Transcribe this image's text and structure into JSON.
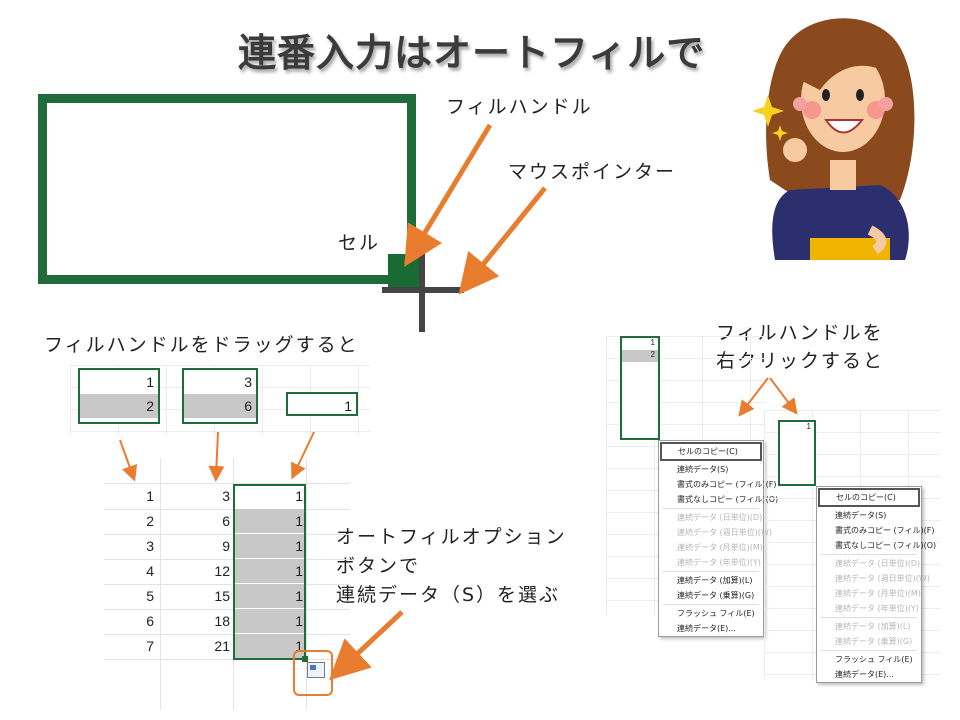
{
  "title": "連番入力はオートフィルで",
  "labels": {
    "fill_handle": "フィルハンドル",
    "mouse_pointer": "マウスポインター",
    "cell": "セル",
    "drag_fill": "フィルハンドルをドラッグすると",
    "right_click_line1": "フィルハンドルを",
    "right_click_line2": "右クリックすると",
    "option_line1": "オートフィルオプション",
    "option_line2": "ボタンで",
    "option_line3": "連続データ（S）を選ぶ"
  },
  "mini_before": [
    {
      "top": "1",
      "bottom": "2"
    },
    {
      "top": "3",
      "bottom": "6"
    },
    {
      "top": "",
      "bottom": "1"
    }
  ],
  "result_rows": [
    [
      "1",
      "3",
      "1"
    ],
    [
      "2",
      "6",
      "1"
    ],
    [
      "3",
      "9",
      "1"
    ],
    [
      "4",
      "12",
      "1"
    ],
    [
      "5",
      "15",
      "1"
    ],
    [
      "6",
      "18",
      "1"
    ],
    [
      "7",
      "21",
      "1"
    ]
  ],
  "left_small": {
    "v1": "1",
    "v2": "2"
  },
  "right_small": {
    "v1": "1"
  },
  "menu1": [
    {
      "label": "セルのコピー(C)",
      "state": "first"
    },
    {
      "label": "連続データ(S)",
      "state": ""
    },
    {
      "label": "書式のみコピー (フィル)(F)",
      "state": ""
    },
    {
      "label": "書式なしコピー (フィル)(O)",
      "state": ""
    },
    {
      "label": "連続データ (日単位)(D)",
      "state": "dis"
    },
    {
      "label": "連続データ (週日単位)(W)",
      "state": "dis"
    },
    {
      "label": "連続データ (月単位)(M)",
      "state": "dis"
    },
    {
      "label": "連続データ (年単位)(Y)",
      "state": "dis"
    },
    {
      "label": "連続データ (加算)(L)",
      "state": ""
    },
    {
      "label": "連続データ (乗算)(G)",
      "state": ""
    },
    {
      "label": "フラッシュ フィル(E)",
      "state": ""
    },
    {
      "label": "連続データ(E)...",
      "state": ""
    }
  ],
  "menu2": [
    {
      "label": "セルのコピー(C)",
      "state": "first"
    },
    {
      "label": "連続データ(S)",
      "state": ""
    },
    {
      "label": "書式のみコピー (フィル)(F)",
      "state": ""
    },
    {
      "label": "書式なしコピー (フィル)(O)",
      "state": ""
    },
    {
      "label": "連続データ (日単位)(D)",
      "state": "dis"
    },
    {
      "label": "連続データ (週日単位)(W)",
      "state": "dis"
    },
    {
      "label": "連続データ (月単位)(M)",
      "state": "dis"
    },
    {
      "label": "連続データ (年単位)(Y)",
      "state": "dis"
    },
    {
      "label": "連続データ (加算)(L)",
      "state": "dis"
    },
    {
      "label": "連続データ (乗算)(G)",
      "state": "dis"
    },
    {
      "label": "フラッシュ フィル(E)",
      "state": ""
    },
    {
      "label": "連続データ(E)...",
      "state": ""
    }
  ],
  "colors": {
    "excel_green": "#1f6b3a",
    "arrow_orange": "#e87c2f",
    "selection_gray": "#c8c8c8"
  }
}
